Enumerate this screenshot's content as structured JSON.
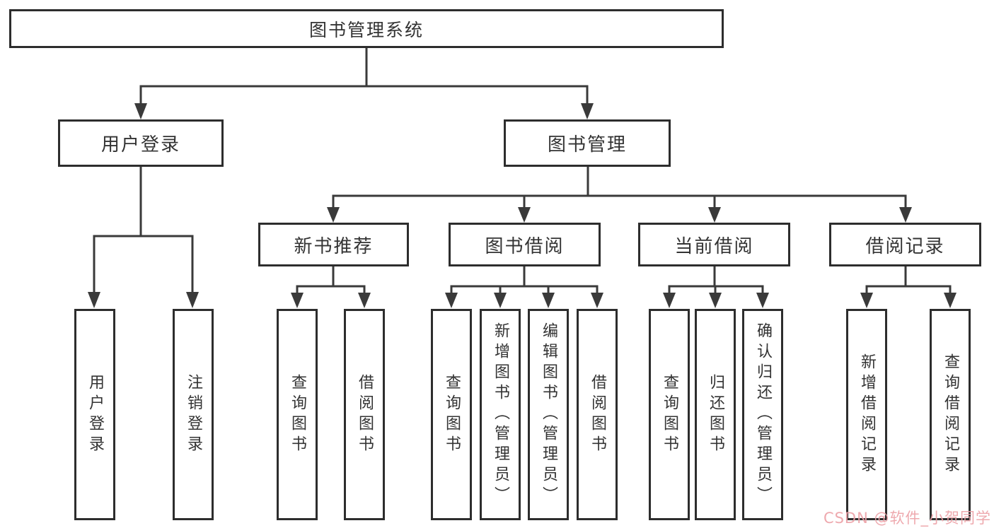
{
  "colors": {
    "background": "#ffffff",
    "line": "#3a3a3a",
    "box_border": "#2d2d2d",
    "text": "#333333",
    "watermark": "#eda2a8"
  },
  "tree": {
    "root": {
      "label": "图书管理系统"
    },
    "branches": [
      {
        "label": "用户登录",
        "children": [
          {
            "label": "用户登录"
          },
          {
            "label": "注销登录"
          }
        ]
      },
      {
        "label": "图书管理",
        "children": [
          {
            "label": "新书推荐",
            "children": [
              {
                "label": "查询图书"
              },
              {
                "label": "借阅图书"
              }
            ]
          },
          {
            "label": "图书借阅",
            "children": [
              {
                "label": "查询图书"
              },
              {
                "label": "新增图书（管理员）"
              },
              {
                "label": "编辑图书（管理员）"
              },
              {
                "label": "借阅图书"
              }
            ]
          },
          {
            "label": "当前借阅",
            "children": [
              {
                "label": "查询图书"
              },
              {
                "label": "归还图书"
              },
              {
                "label": "确认归还（管理员）"
              }
            ]
          },
          {
            "label": "借阅记录",
            "children": [
              {
                "label": "新增借阅记录"
              },
              {
                "label": "查询借阅记录"
              }
            ]
          }
        ]
      }
    ]
  },
  "watermark": {
    "text": "CSDN @软件_小贺同学"
  }
}
